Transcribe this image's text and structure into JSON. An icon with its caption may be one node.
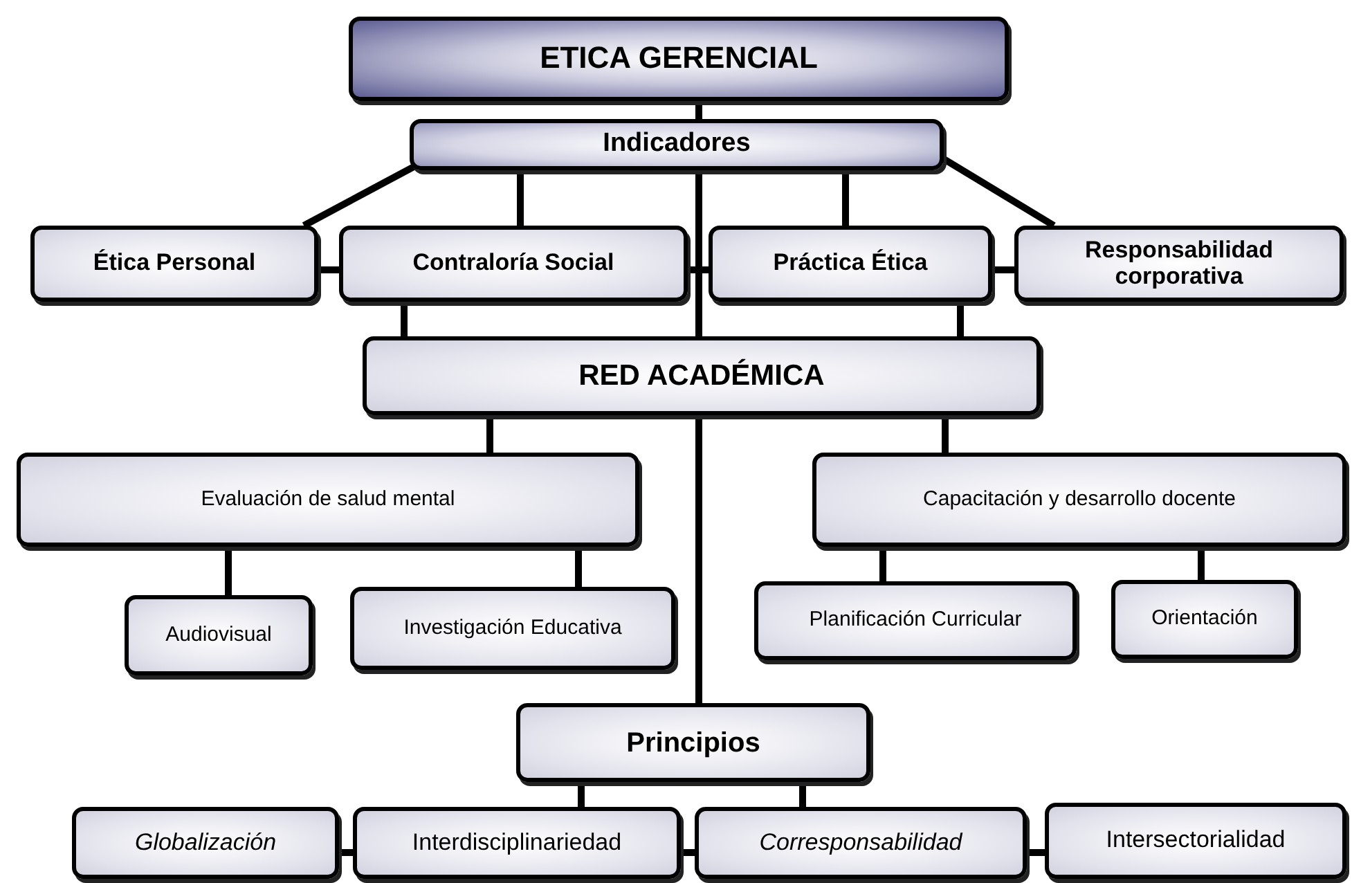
{
  "diagram": {
    "nodes": [
      {
        "text": [
          "ETICA GERENCIAL"
        ]
      },
      {
        "text": [
          "Indicadores"
        ]
      },
      {
        "text": [
          "Ética Personal"
        ]
      },
      {
        "text": [
          "Contraloría Social"
        ]
      },
      {
        "text": [
          "Práctica Ética"
        ]
      },
      {
        "text": [
          "Responsabilidad corporativa"
        ]
      },
      {
        "text": [
          "RED ACADÉMICA"
        ]
      },
      {
        "text": [
          "Evaluación de salud mental"
        ]
      },
      {
        "text": [
          "Capacitación y desarrollo docente"
        ]
      },
      {
        "text": [
          "Audiovisual"
        ]
      },
      {
        "text": [
          "Investigación Educativa"
        ]
      },
      {
        "text": [
          "Planificación Curricular"
        ]
      },
      {
        "text": [
          "Orientación"
        ]
      },
      {
        "text": [
          "Principios"
        ]
      },
      {
        "text": [
          "Globalización"
        ]
      },
      {
        "text": [
          "Interdisciplinariedad"
        ]
      },
      {
        "text": [
          "Corresponsabilidad"
        ]
      },
      {
        "text": [
          "Intersectorialidad"
        ]
      }
    ],
    "edges": [
      {
        "from": 0,
        "to": 1,
        "arrow": "none"
      },
      {
        "from": 1,
        "to": 2,
        "arrow": "none"
      },
      {
        "from": 1,
        "to": 3,
        "arrow": "none"
      },
      {
        "from": 1,
        "to": 4,
        "arrow": "none"
      },
      {
        "from": 1,
        "to": 5,
        "arrow": "none"
      },
      {
        "from": 1,
        "to": 6,
        "arrow": "none"
      },
      {
        "from": 2,
        "to": 3,
        "arrow": "none"
      },
      {
        "from": 3,
        "to": 4,
        "arrow": "none"
      },
      {
        "from": 4,
        "to": 5,
        "arrow": "none"
      },
      {
        "from": 3,
        "to": 6,
        "arrow": "none"
      },
      {
        "from": 4,
        "to": 6,
        "arrow": "none"
      },
      {
        "from": 6,
        "to": 7,
        "arrow": "none"
      },
      {
        "from": 6,
        "to": 8,
        "arrow": "none"
      },
      {
        "from": 6,
        "to": 13,
        "arrow": "none"
      },
      {
        "from": 7,
        "to": 9,
        "arrow": "none"
      },
      {
        "from": 7,
        "to": 10,
        "arrow": "none"
      },
      {
        "from": 8,
        "to": 11,
        "arrow": "none"
      },
      {
        "from": 8,
        "to": 12,
        "arrow": "none"
      },
      {
        "from": 13,
        "to": 15,
        "arrow": "none"
      },
      {
        "from": 13,
        "to": 16,
        "arrow": "none"
      },
      {
        "from": 14,
        "to": 15,
        "arrow": "none"
      },
      {
        "from": 15,
        "to": 16,
        "arrow": "none"
      },
      {
        "from": 16,
        "to": 17,
        "arrow": "none"
      }
    ]
  }
}
